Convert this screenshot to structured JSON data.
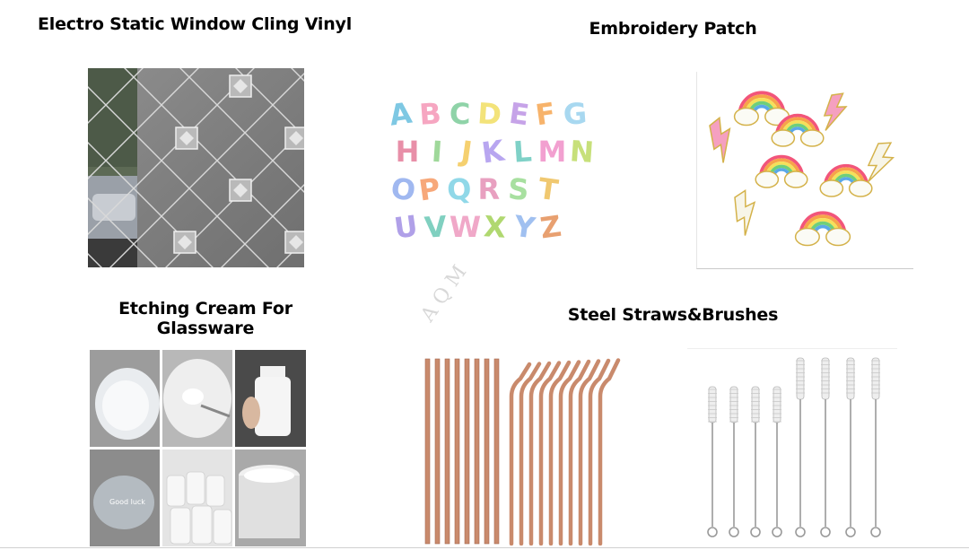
{
  "sections": {
    "vinyl": {
      "title": "Electro Static Window Cling Vinyl"
    },
    "embroidery": {
      "title": "Embroidery Patch",
      "letters": [
        "A",
        "B",
        "C",
        "D",
        "E",
        "F",
        "G",
        "H",
        "I",
        "J",
        "K",
        "L",
        "M",
        "N",
        "O",
        "P",
        "Q",
        "R",
        "S",
        "T",
        "U",
        "V",
        "W",
        "X",
        "Y",
        "Z"
      ]
    },
    "etching": {
      "title_line1": "Etching Cream For",
      "title_line2": "Glassware",
      "bottle_label": "Good luck"
    },
    "straws": {
      "title": "Steel Straws&Brushes"
    }
  },
  "watermark": {
    "text": "A Q M"
  },
  "colors": {
    "patch_colors": [
      "#7ec8e3",
      "#f6a6c1",
      "#8fd3a8",
      "#f3e37a",
      "#c6a3e8",
      "#f7b36b",
      "#a8d8f0",
      "#e88fa8",
      "#9fd89a",
      "#f5d06f",
      "#b8a6f0",
      "#7fd1c7",
      "#f2a0d0",
      "#c7e07a",
      "#a0b8f0",
      "#f7a87a",
      "#90d8e8",
      "#e8a0c0",
      "#a8e0a0",
      "#f0c870",
      "#b0a0e8",
      "#80d0c0",
      "#f0a8c8",
      "#b0d870",
      "#a0c0f0",
      "#e8a070"
    ],
    "copper": "#c98a6c",
    "copper_dark": "#a86a52"
  }
}
